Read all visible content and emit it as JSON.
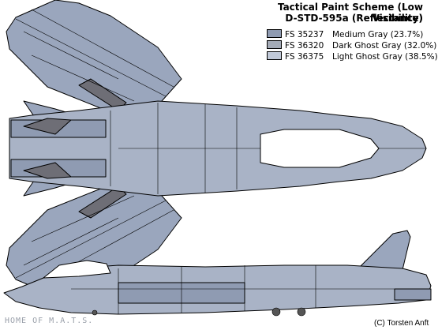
{
  "title": {
    "line1": "Tactical Paint Scheme (Low Visibility)",
    "line2": "D-STD-595a (Reflectance)"
  },
  "legend": [
    {
      "code": "FS 35237",
      "name": "Medium Gray (23.7%)",
      "color": "#8f9bb2"
    },
    {
      "code": "FS 36320",
      "name": "Dark Ghost Gray (32.0%)",
      "color": "#a4abb7"
    },
    {
      "code": "FS 36375",
      "name": "Light Ghost Gray (38.5%)",
      "color": "#c1c9d8"
    }
  ],
  "colors": {
    "medium_gray": "#8f9bb2",
    "dark_ghost_gray": "#a4abb7",
    "light_ghost_gray": "#c1c9d8",
    "dark_panel": "#6e6e76",
    "outline": "#000000"
  },
  "watermark": "HOME OF M.A.T.S.",
  "credit": "(C) Torsten Anft"
}
